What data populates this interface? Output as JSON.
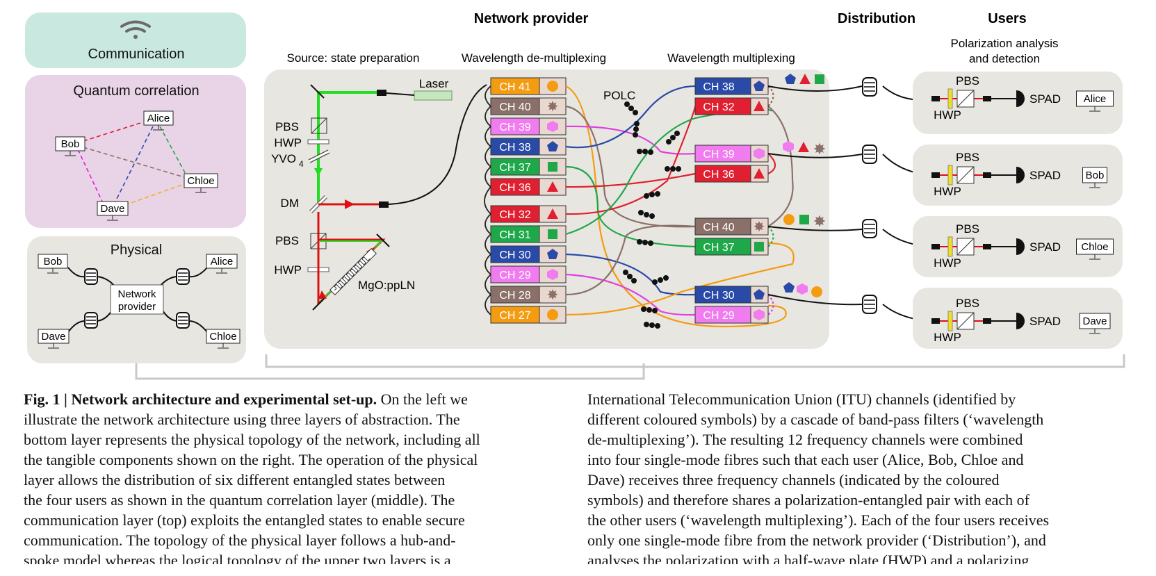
{
  "figure": {
    "left_panels": {
      "communication": "Communication",
      "quantum_correlation": "Quantum correlation",
      "physical": "Physical",
      "users": [
        "Alice",
        "Bob",
        "Chloe",
        "Dave"
      ],
      "hub_line1": "Network",
      "hub_line2": "provider"
    },
    "headers": {
      "network_provider": "Network provider",
      "distribution": "Distribution",
      "users": "Users",
      "source": "Source: state preparation",
      "demux": "Wavelength de-multiplexing",
      "mux": "Wavelength multiplexing",
      "pol1": "Polarization analysis",
      "pol2": "and detection"
    },
    "source_labels": {
      "laser": "Laser",
      "pbs": "PBS",
      "hwp": "HWP",
      "yvo": "YVO",
      "yvo_sub": "4",
      "dm": "DM",
      "pbs2": "PBS",
      "hwp2": "HWP",
      "crystal": "MgO:ppLN",
      "polc": "POLC"
    },
    "demux_channels": [
      "CH 41",
      "CH 40",
      "CH 39",
      "CH 38",
      "CH 37",
      "CH 36",
      "CH 32",
      "CH 31",
      "CH 30",
      "CH 29",
      "CH 28",
      "CH 27"
    ],
    "mux_channels": [
      "CH 38",
      "CH 32",
      "CH 39",
      "CH 36",
      "CH 40",
      "CH 37",
      "CH 30",
      "CH 29"
    ],
    "detection": {
      "pbs": "PBS",
      "hwp": "HWP",
      "spad": "SPAD",
      "users": [
        "Alice",
        "Bob",
        "Chloe",
        "Dave"
      ]
    },
    "colors": {
      "orange": "#f39c12",
      "taupe": "#8a7068",
      "pink": "#f07cf0",
      "blue": "#2a4aa8",
      "green": "#1fa84a",
      "red": "#e02030"
    }
  },
  "caption": {
    "fig_label": "Fig. 1 | Network architecture and experimental set-up.",
    "left_lines": [
      " On the left we",
      "illustrate the network architecture using three layers of abstraction. The",
      "bottom layer represents the physical topology of the network, including all",
      "the tangible components shown on the right. The operation of the physical",
      "layer allows the distribution of six different entangled states between",
      "the four users as shown in the quantum correlation layer (middle). The",
      "communication layer (top) exploits the entangled states to enable secure",
      "communication. The topology of the physical layer follows a hub-and-",
      "spoke model whereas the logical topology of the upper two layers is a"
    ],
    "right_lines": [
      "International Telecommunication Union (ITU) channels (identified by",
      "different coloured symbols) by a cascade of band-pass filters (‘wavelength",
      "de-multiplexing’). The resulting 12 frequency channels were combined",
      "into four single-mode fibres such that each user (Alice, Bob, Chloe and",
      "Dave) receives three frequency channels (indicated by the coloured",
      "symbols) and therefore shares a polarization-entangled pair with each of",
      "the other users (‘wavelength multiplexing’). Each of the four users receives",
      "only one single-mode fibre from the network provider (‘Distribution’), and",
      "analyses the polarization with a half-wave plate (HWP) and a polarizing"
    ]
  }
}
